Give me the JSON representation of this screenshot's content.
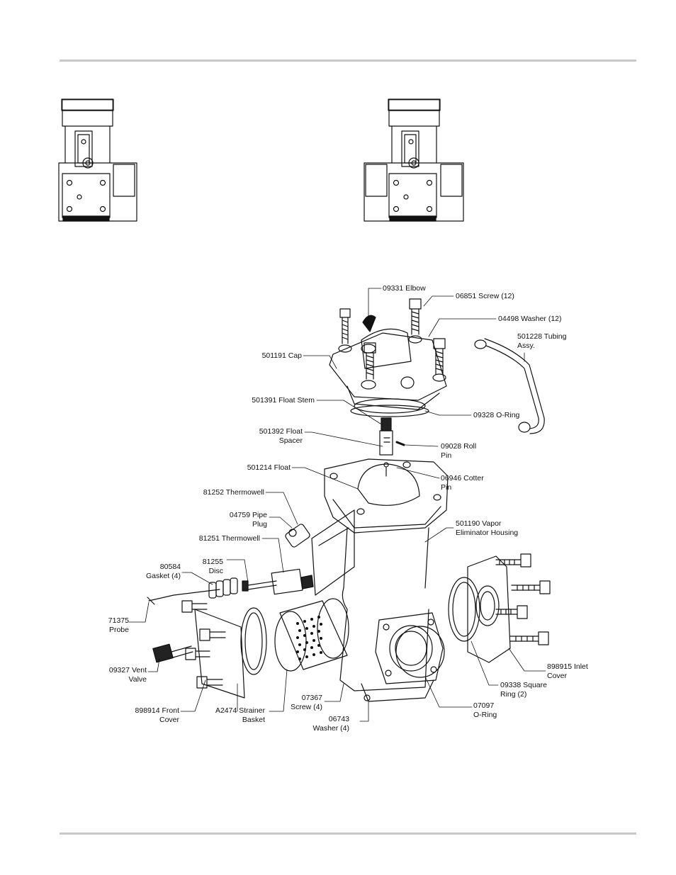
{
  "labels": {
    "elbow": "09331 Elbow",
    "screw12": "06851 Screw (12)",
    "washer12": "04498 Washer (12)",
    "tubing": "501228 Tubing\nAssy.",
    "cap": "501191 Cap",
    "float_stem": "501391 Float Stem",
    "oring_09328": "09328 O-Ring",
    "float_spacer": "501392 Float\nSpacer",
    "roll_pin": "09028 Roll\nPin",
    "float": "501214 Float",
    "cotter_pin": "06946 Cotter\nPin",
    "thermowell_81252": "81252 Thermowell",
    "pipe_plug": "04759 Pipe\nPlug",
    "housing": "501190 Vapor\nEliminator Housing",
    "thermowell_81251": "81251 Thermowell",
    "disc": "81255\nDisc",
    "gasket": "80584\nGasket (4)",
    "probe": "71375\nProbe",
    "vent_valve": "09327 Vent\nValve",
    "front_cover": "898914 Front\nCover",
    "strainer": "A2474 Strainer\nBasket",
    "screw4": "07367\nScrew (4)",
    "washer4": "06743\nWasher (4)",
    "oring_07097": "07097\nO-Ring",
    "square_ring": "09338 Square\nRing (2)",
    "inlet_cover": "898915 Inlet\nCover"
  }
}
